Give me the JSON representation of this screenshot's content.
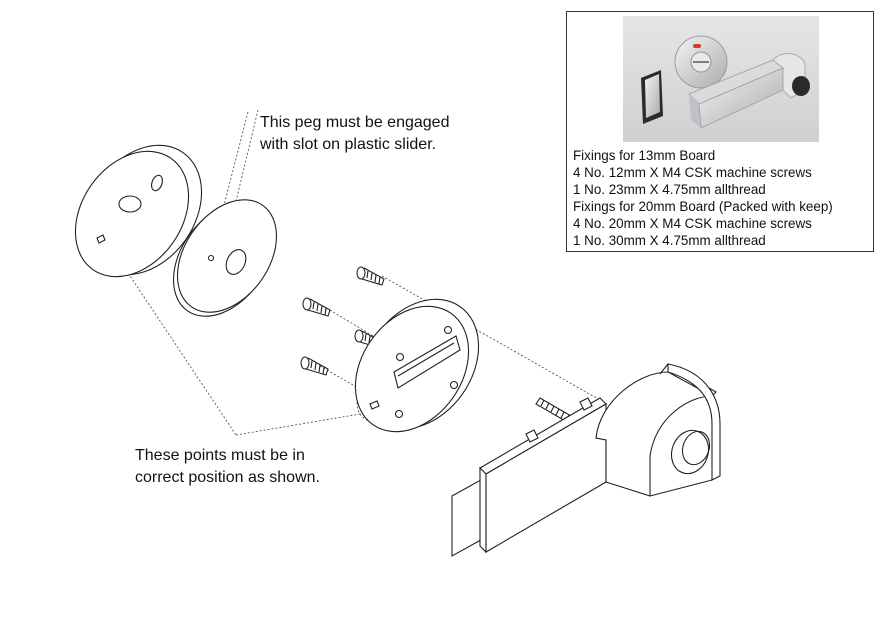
{
  "callouts": {
    "peg_line1": "This peg must be engaged",
    "peg_line2": "with slot on plastic slider.",
    "points_line1": "These points must be in",
    "points_line2": "correct position as shown."
  },
  "fixings": {
    "lines": [
      "Fixings for 13mm Board",
      "4 No. 12mm X M4 CSK machine screws",
      "1 No. 23mm X 4.75mm allthread",
      "Fixings for 20mm Board (Packed with keep)",
      "4 No. 20mm X M4 CSK machine screws",
      "1 No. 30mm X 4.75mm allthread"
    ]
  },
  "colors": {
    "line": "#222222",
    "photo_background": "#d8d9db",
    "indicator_red": "#d63a2f"
  }
}
